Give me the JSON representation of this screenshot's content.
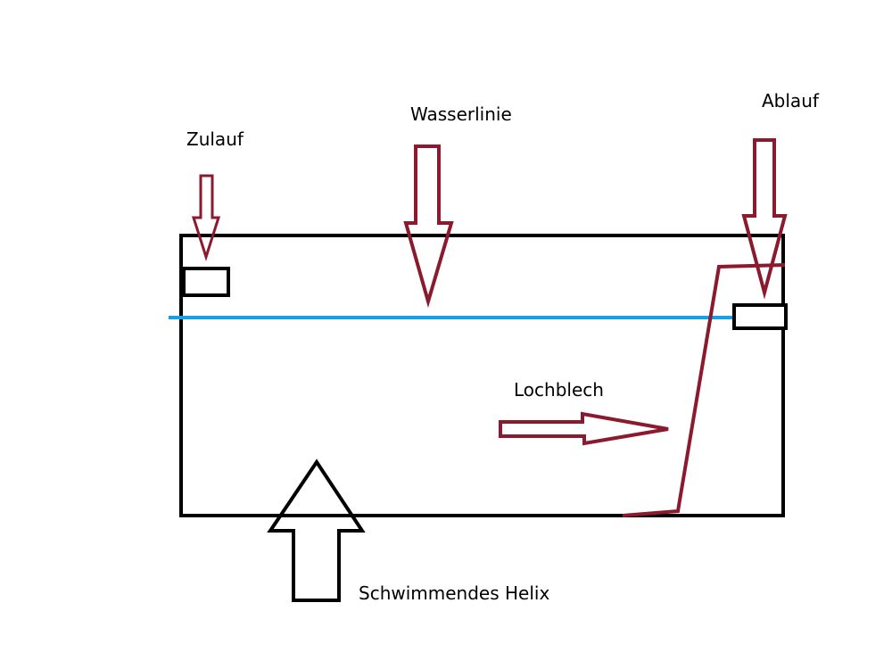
{
  "labels": {
    "inlet": "Zulauf",
    "waterline": "Wasserlinie",
    "outlet": "Ablauf",
    "perforated_sheet": "Lochblech",
    "floating_helix": "Schwimmendes Helix"
  },
  "colors": {
    "tank_outline": "#000000",
    "water_line": "#1a9fe0",
    "arrows_red": "#8b1a2e",
    "arrow_black": "#000000",
    "background": "#ffffff"
  }
}
